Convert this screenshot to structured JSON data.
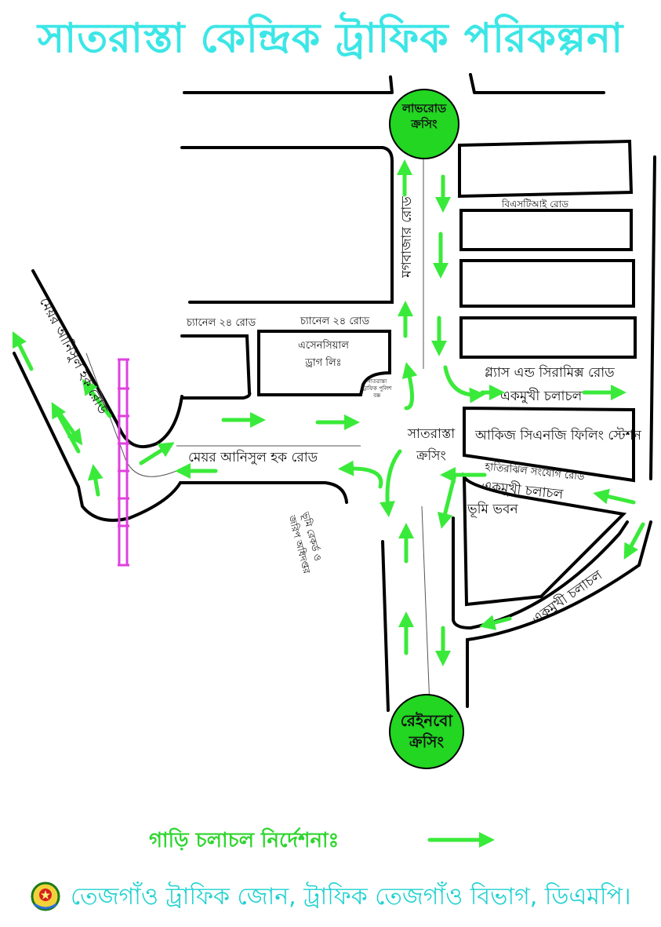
{
  "title": "সাতরাস্তা কেন্দ্রিক ট্রাফিক পরিকল্পনা",
  "junctions": {
    "top_circle": [
      "লাভরোড",
      "ক্রসিং"
    ],
    "bottom_circle": [
      "রেইনবো",
      "ক্রসিং"
    ],
    "center": [
      "সাতরাস্তা",
      "ক্রসিং"
    ]
  },
  "roads": {
    "moghbazar": "মগবাজার রোড",
    "bsti": "বিএসটিআই রোড",
    "glass_ceramics": "গ্ল্যাস এন্ড সিরামিক্স রোড",
    "one_way_1": "একমুখী চলাচল",
    "hatirjheel": "হাতিরঝিল সংযোগ রোড",
    "one_way_2": "একমুখী চলাচল",
    "one_way_3": "একমুখী চলাচল",
    "mayor_anisul_h": "মেয়র আনিসুল হক রোড",
    "mayor_anisul_diag": "মেয়র আনিসুল হক রোড",
    "channel24_a": "চ্যানেল ২৪ রোড",
    "channel24_b": "চ্যানেল ২৪ রোড"
  },
  "landmarks": {
    "essential_drug": [
      "এসেনসিয়াল",
      "ড্রাগ লিঃ"
    ],
    "police_box": [
      "সাতরাস্তা",
      "ট্রাফিক পুলিশ",
      "বক্স"
    ],
    "akij": "আকিজ সিএনজি ফিলিং স্টেশন",
    "bhumi_bhaban": "ভূমি ভবন",
    "land_record": [
      "ভূমি রেকর্ড ও",
      "জরিপ অধিদপ্তর"
    ]
  },
  "legend": "গাড়ি চলাচল নির্দেশনাঃ",
  "footer": "তেজগাঁও ট্রাফিক জোন, ট্রাফিক তেজগাঁও বিভাগ, ডিএমপি।",
  "colors": {
    "title": "#3ce6e6",
    "arrow": "#3aea3a",
    "circle": "#22d622",
    "bridge": "#e040e0",
    "footer": "#1fd1d1"
  }
}
